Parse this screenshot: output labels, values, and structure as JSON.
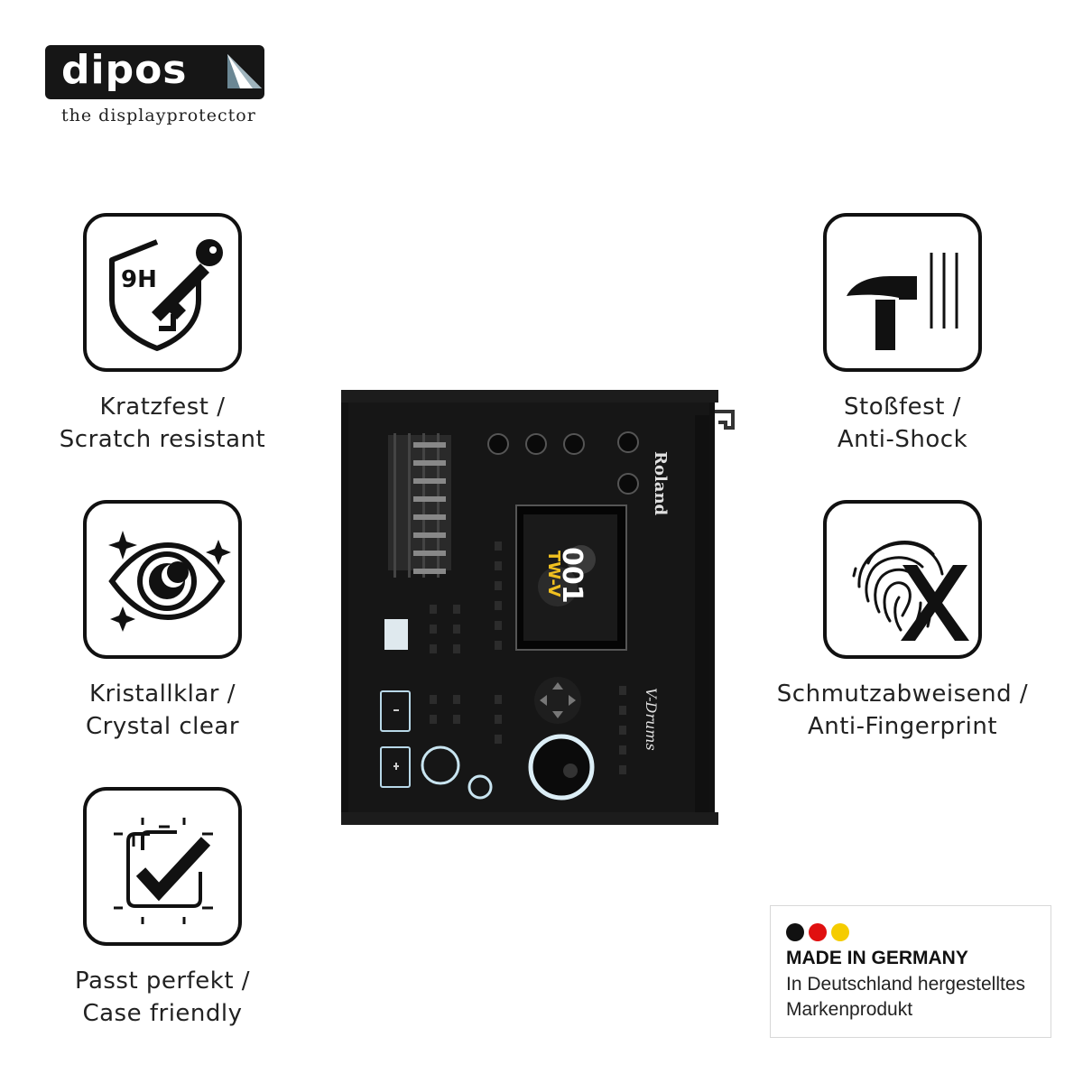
{
  "brand": {
    "name": "dipos",
    "tagline": "the displayprotector"
  },
  "features": [
    {
      "icon": "shield-key-icon",
      "badge": "9H",
      "line1": "Kratzfest /",
      "line2": "Scratch resistant"
    },
    {
      "icon": "eye-sparkle-icon",
      "line1": "Kristallklar /",
      "line2": "Crystal clear"
    },
    {
      "icon": "check-frame-icon",
      "line1": "Passt perfekt /",
      "line2": "Case friendly"
    },
    {
      "icon": "hammer-icon",
      "line1": "Stoßfest /",
      "line2": "Anti-Shock"
    },
    {
      "icon": "fingerprint-x-icon",
      "line1": "Schmutzabweisend /",
      "line2": "Anti-Fingerprint"
    }
  ],
  "device": {
    "brand": "Roland",
    "series": "V-Drums",
    "screen_number": "001",
    "screen_name": "TW-V"
  },
  "made_in": {
    "title": "MADE IN GERMANY",
    "line1": "In Deutschland hergestelltes",
    "line2": "Markenprodukt",
    "flag_colors": [
      "#111111",
      "#e01010",
      "#f5cc00"
    ]
  },
  "colors": {
    "logo_bg": "#161616",
    "logo_corner": "#6b8794",
    "tile_border": "#111111",
    "screen_accent": "#f0c020"
  }
}
